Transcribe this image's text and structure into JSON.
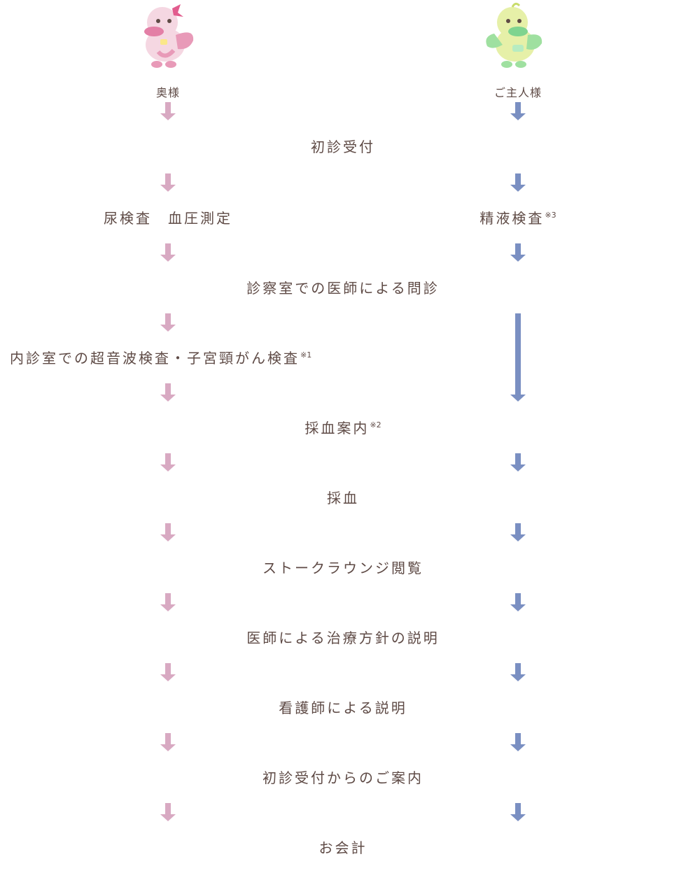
{
  "columns": {
    "wife": {
      "label": "奥様",
      "color": "#d8a9c2"
    },
    "husband": {
      "label": "ご主人様",
      "color": "#7a8fc2"
    }
  },
  "steps": {
    "s1": "初診受付",
    "wife_exam": "尿検査　血圧測定",
    "husband_exam": "精液検査",
    "husband_exam_note": "※3",
    "s3": "診察室での医師による問診",
    "wife_ultrasound": "内診室での超音波検査・子宮頸がん検査",
    "wife_ultrasound_note": "※1",
    "s5": "採血案内",
    "s5_note": "※2",
    "s6": "採血",
    "s7": "ストークラウンジ閲覧",
    "s8": "医師による治療方針の説明",
    "s9": "看護師による説明",
    "s10": "初診受付からのご案内",
    "s11": "お会計"
  }
}
